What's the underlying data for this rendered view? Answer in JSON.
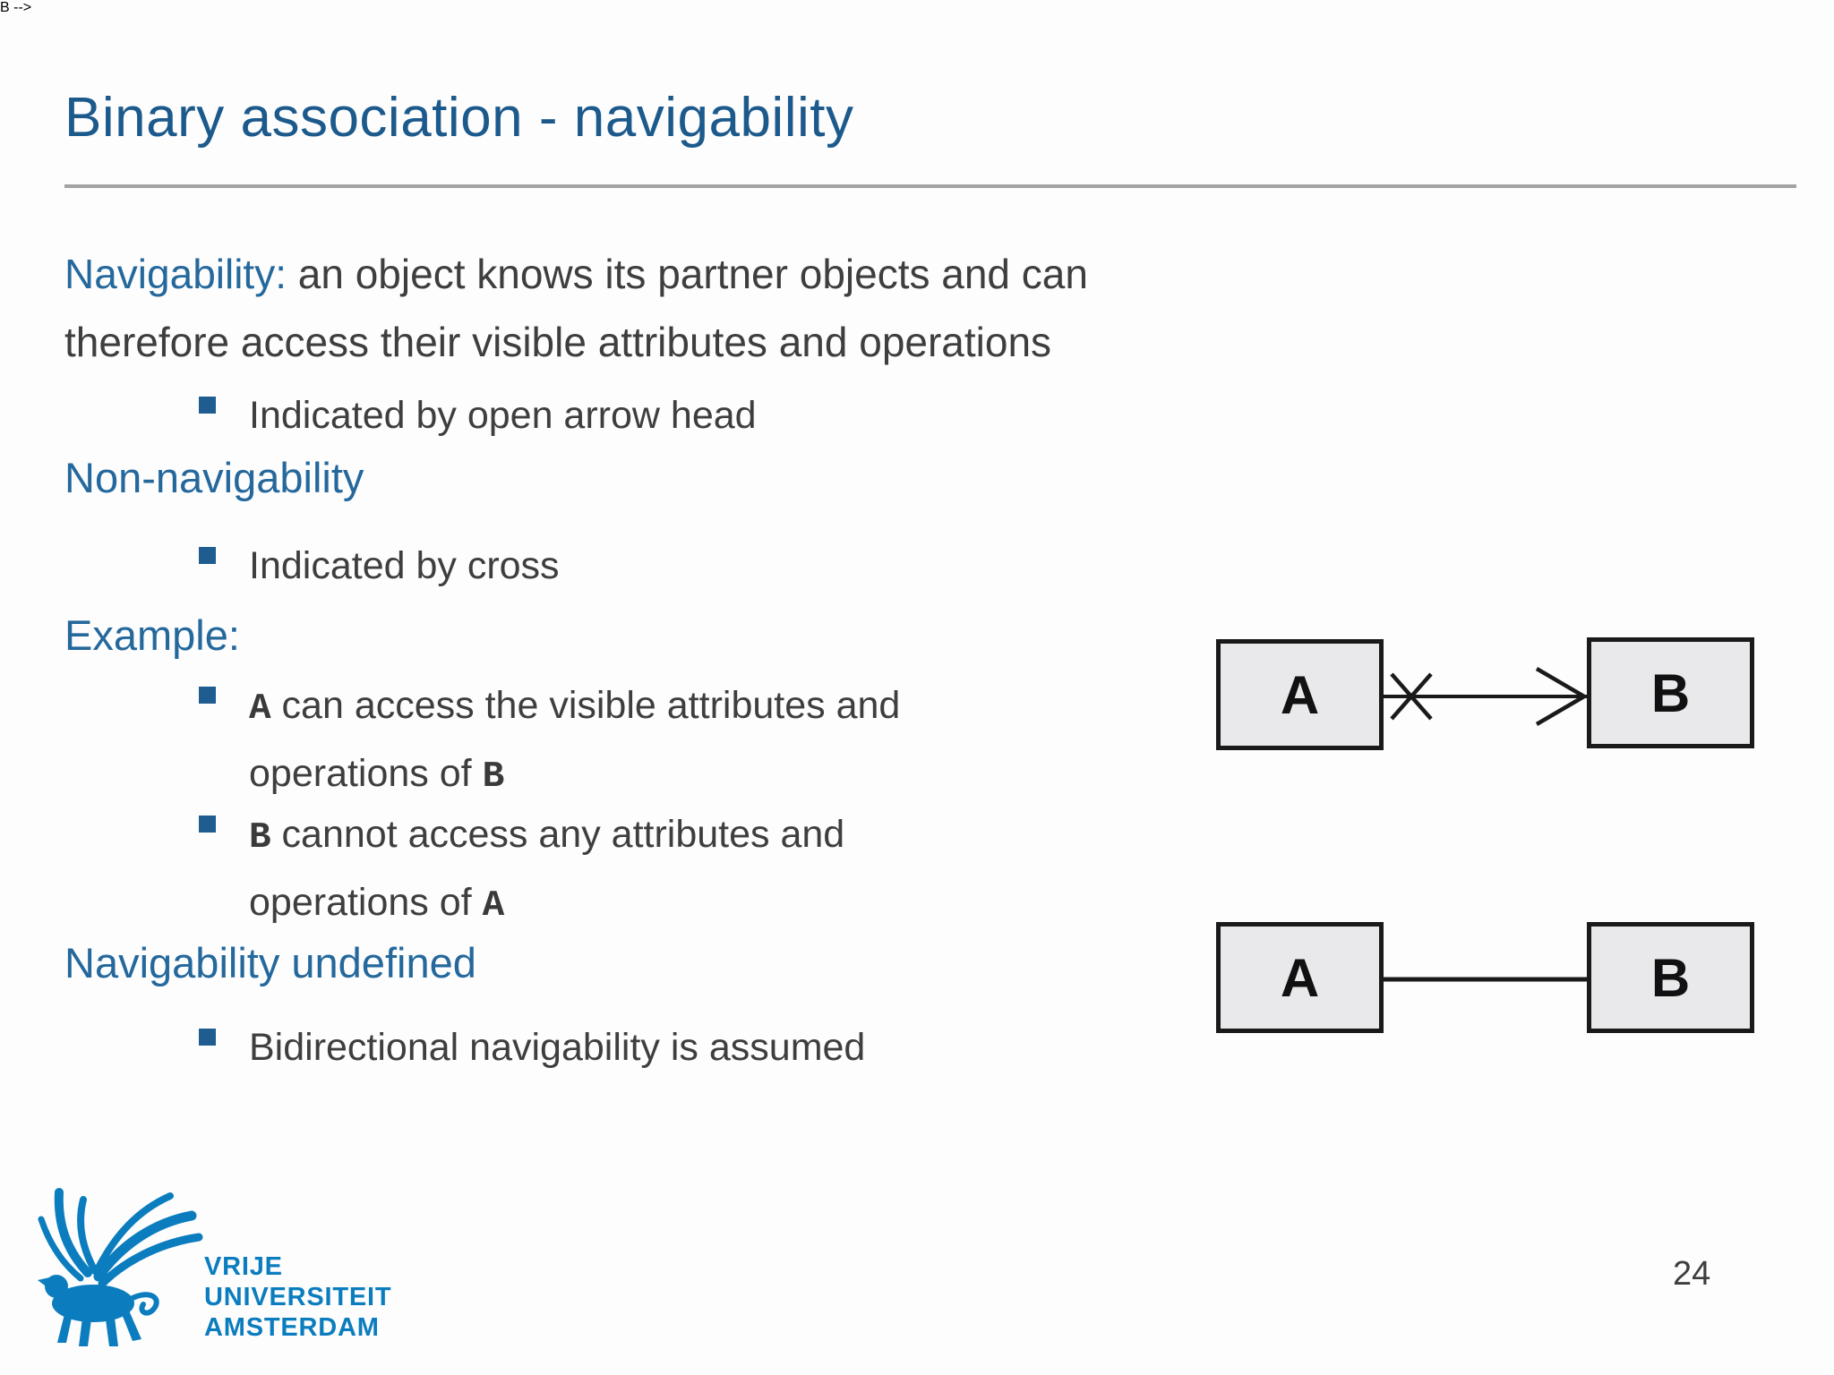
{
  "slide": {
    "title": "Binary association - navigability",
    "paragraph": {
      "lead": "Navigability:",
      "rest": " an object knows its partner objects and can\ntherefore access their visible attributes and operations"
    },
    "headings": {
      "non_navigability": "Non-navigability",
      "example": "Example:",
      "navigability_undefined": "Navigability undefined"
    },
    "bullets": {
      "open_arrow": "Indicated by open arrow head",
      "cross": "Indicated by cross",
      "a_access": {
        "lead": "A",
        "text": " can access the visible attributes and\noperations of ",
        "tail": "B"
      },
      "b_access": {
        "lead": "B",
        "text": " cannot access any attributes and\noperations of ",
        "tail": "A"
      },
      "bidirectional": "Bidirectional navigability is assumed"
    },
    "diagrams": {
      "top": {
        "left_label": "A",
        "right_label": "B",
        "left_end": "cross",
        "right_end": "open-arrow-head"
      },
      "bottom": {
        "left_label": "A",
        "right_label": "B",
        "left_end": "none",
        "right_end": "none"
      }
    },
    "logo": {
      "line1": "VRIJE",
      "line2": "UNIVERSITEIT",
      "line3": "AMSTERDAM"
    },
    "page_number": "24",
    "colors": {
      "title_blue": "#1d5a8c",
      "heading_blue": "#24689c",
      "body_gray": "#3e3e3e",
      "bullet_square_blue": "#1f5c8f",
      "rule_gray": "#a3a3a3",
      "uml_box_fill": "#e9e8ea",
      "uml_line_black": "#1a1a1a",
      "logo_blue": "#0b7dbe",
      "background": "#fdfdfe"
    }
  }
}
